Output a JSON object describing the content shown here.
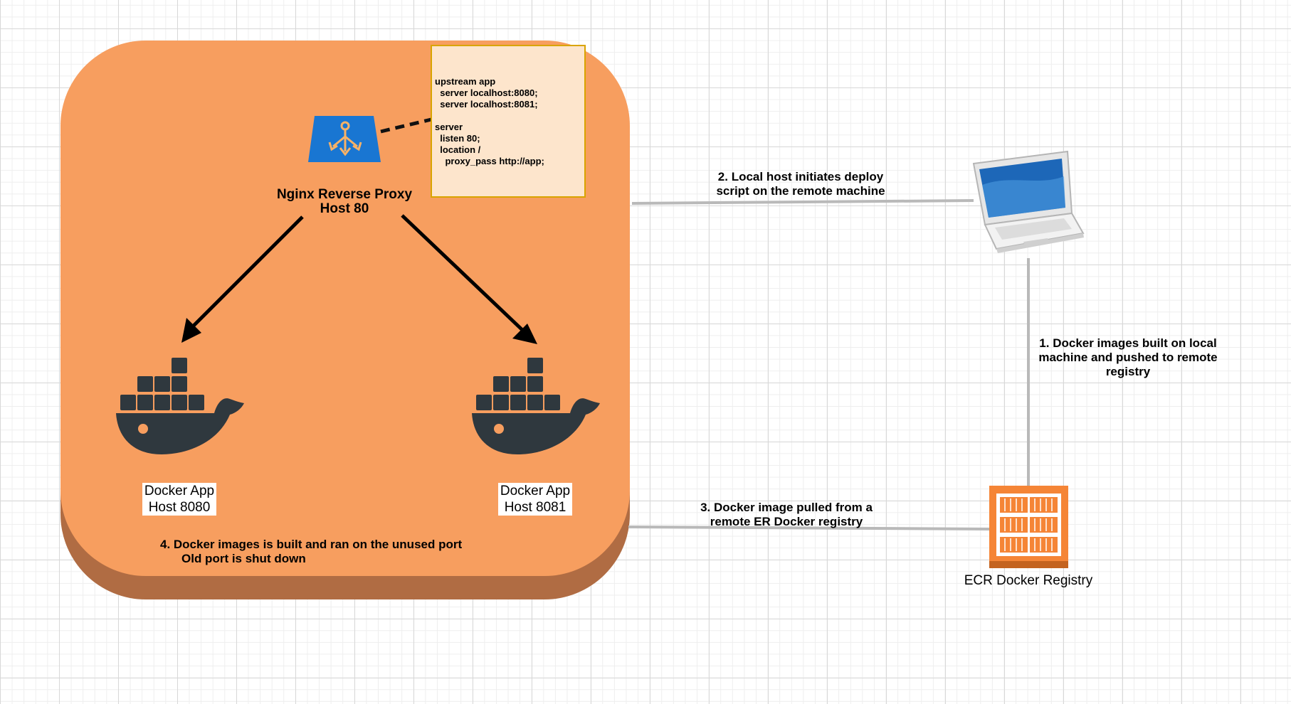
{
  "nginx": {
    "label_line1": "Nginx Reverse Proxy",
    "label_line2": "Host 80",
    "config_lines": [
      "upstream app",
      "  server localhost:8080;",
      "  server localhost:8081;",
      "",
      "server",
      "  listen 80;",
      "  location /",
      "    proxy_pass http://app;"
    ]
  },
  "apps": [
    {
      "line1": "Docker App",
      "line2": "Host 8080"
    },
    {
      "line1": "Docker App",
      "line2": "Host 8081"
    }
  ],
  "steps": {
    "step1": [
      "1. Docker images built on local",
      "machine and pushed to remote",
      "registry"
    ],
    "step2": [
      "2. Local host initiates deploy",
      "script on the remote machine"
    ],
    "step3": [
      "3. Docker image pulled from a",
      "remote ER Docker registry"
    ],
    "step4": [
      "4. Docker images is built and ran on the unused port",
      "Old port is shut down"
    ]
  },
  "registry": {
    "label": "ECR Docker Registry"
  },
  "colors": {
    "server_fill": "#f79e5f",
    "server_shadow": "#b06c43",
    "note_fill": "#fde5cc",
    "note_border": "#d9a400",
    "nginx_blue": "#1976d2",
    "whale": "#2f383e",
    "registry_orange": "#f58536",
    "connector": "#b9b9b9"
  }
}
